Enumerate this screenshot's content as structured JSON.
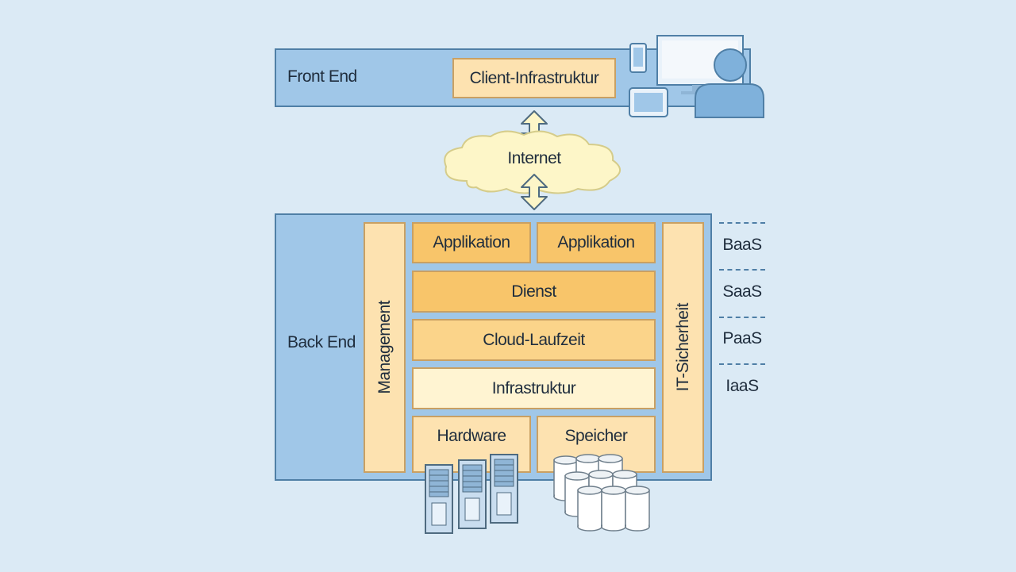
{
  "front_end": {
    "label": "Front End",
    "client": "Client-Infrastruktur"
  },
  "network": {
    "label": "Internet"
  },
  "back_end": {
    "label": "Back End",
    "management": "Management",
    "security": "IT-Sicherheit",
    "application_1": "Applikation",
    "application_2": "Applikation",
    "service": "Dienst",
    "runtime": "Cloud-Laufzeit",
    "infrastructure": "Infrastruktur",
    "hardware": "Hardware",
    "storage": "Speicher"
  },
  "service_models": [
    "BaaS",
    "SaaS",
    "PaaS",
    "IaaS"
  ],
  "colors": {
    "background": "#dbeaf5",
    "panel": "#a0c7e8",
    "panel_border": "#4f7fa6",
    "orange_dark": "#f8c56a",
    "orange_mid": "#fbd48a",
    "orange_light": "#fde2b0",
    "orange_pale": "#fff4d2",
    "cloud": "#fdf6c8"
  },
  "icons": [
    "monitor-icon",
    "smartphone-icon",
    "tablet-icon",
    "user-icon",
    "server-rack-icon",
    "storage-cylinder-icon",
    "double-arrow-icon",
    "cloud-icon"
  ]
}
